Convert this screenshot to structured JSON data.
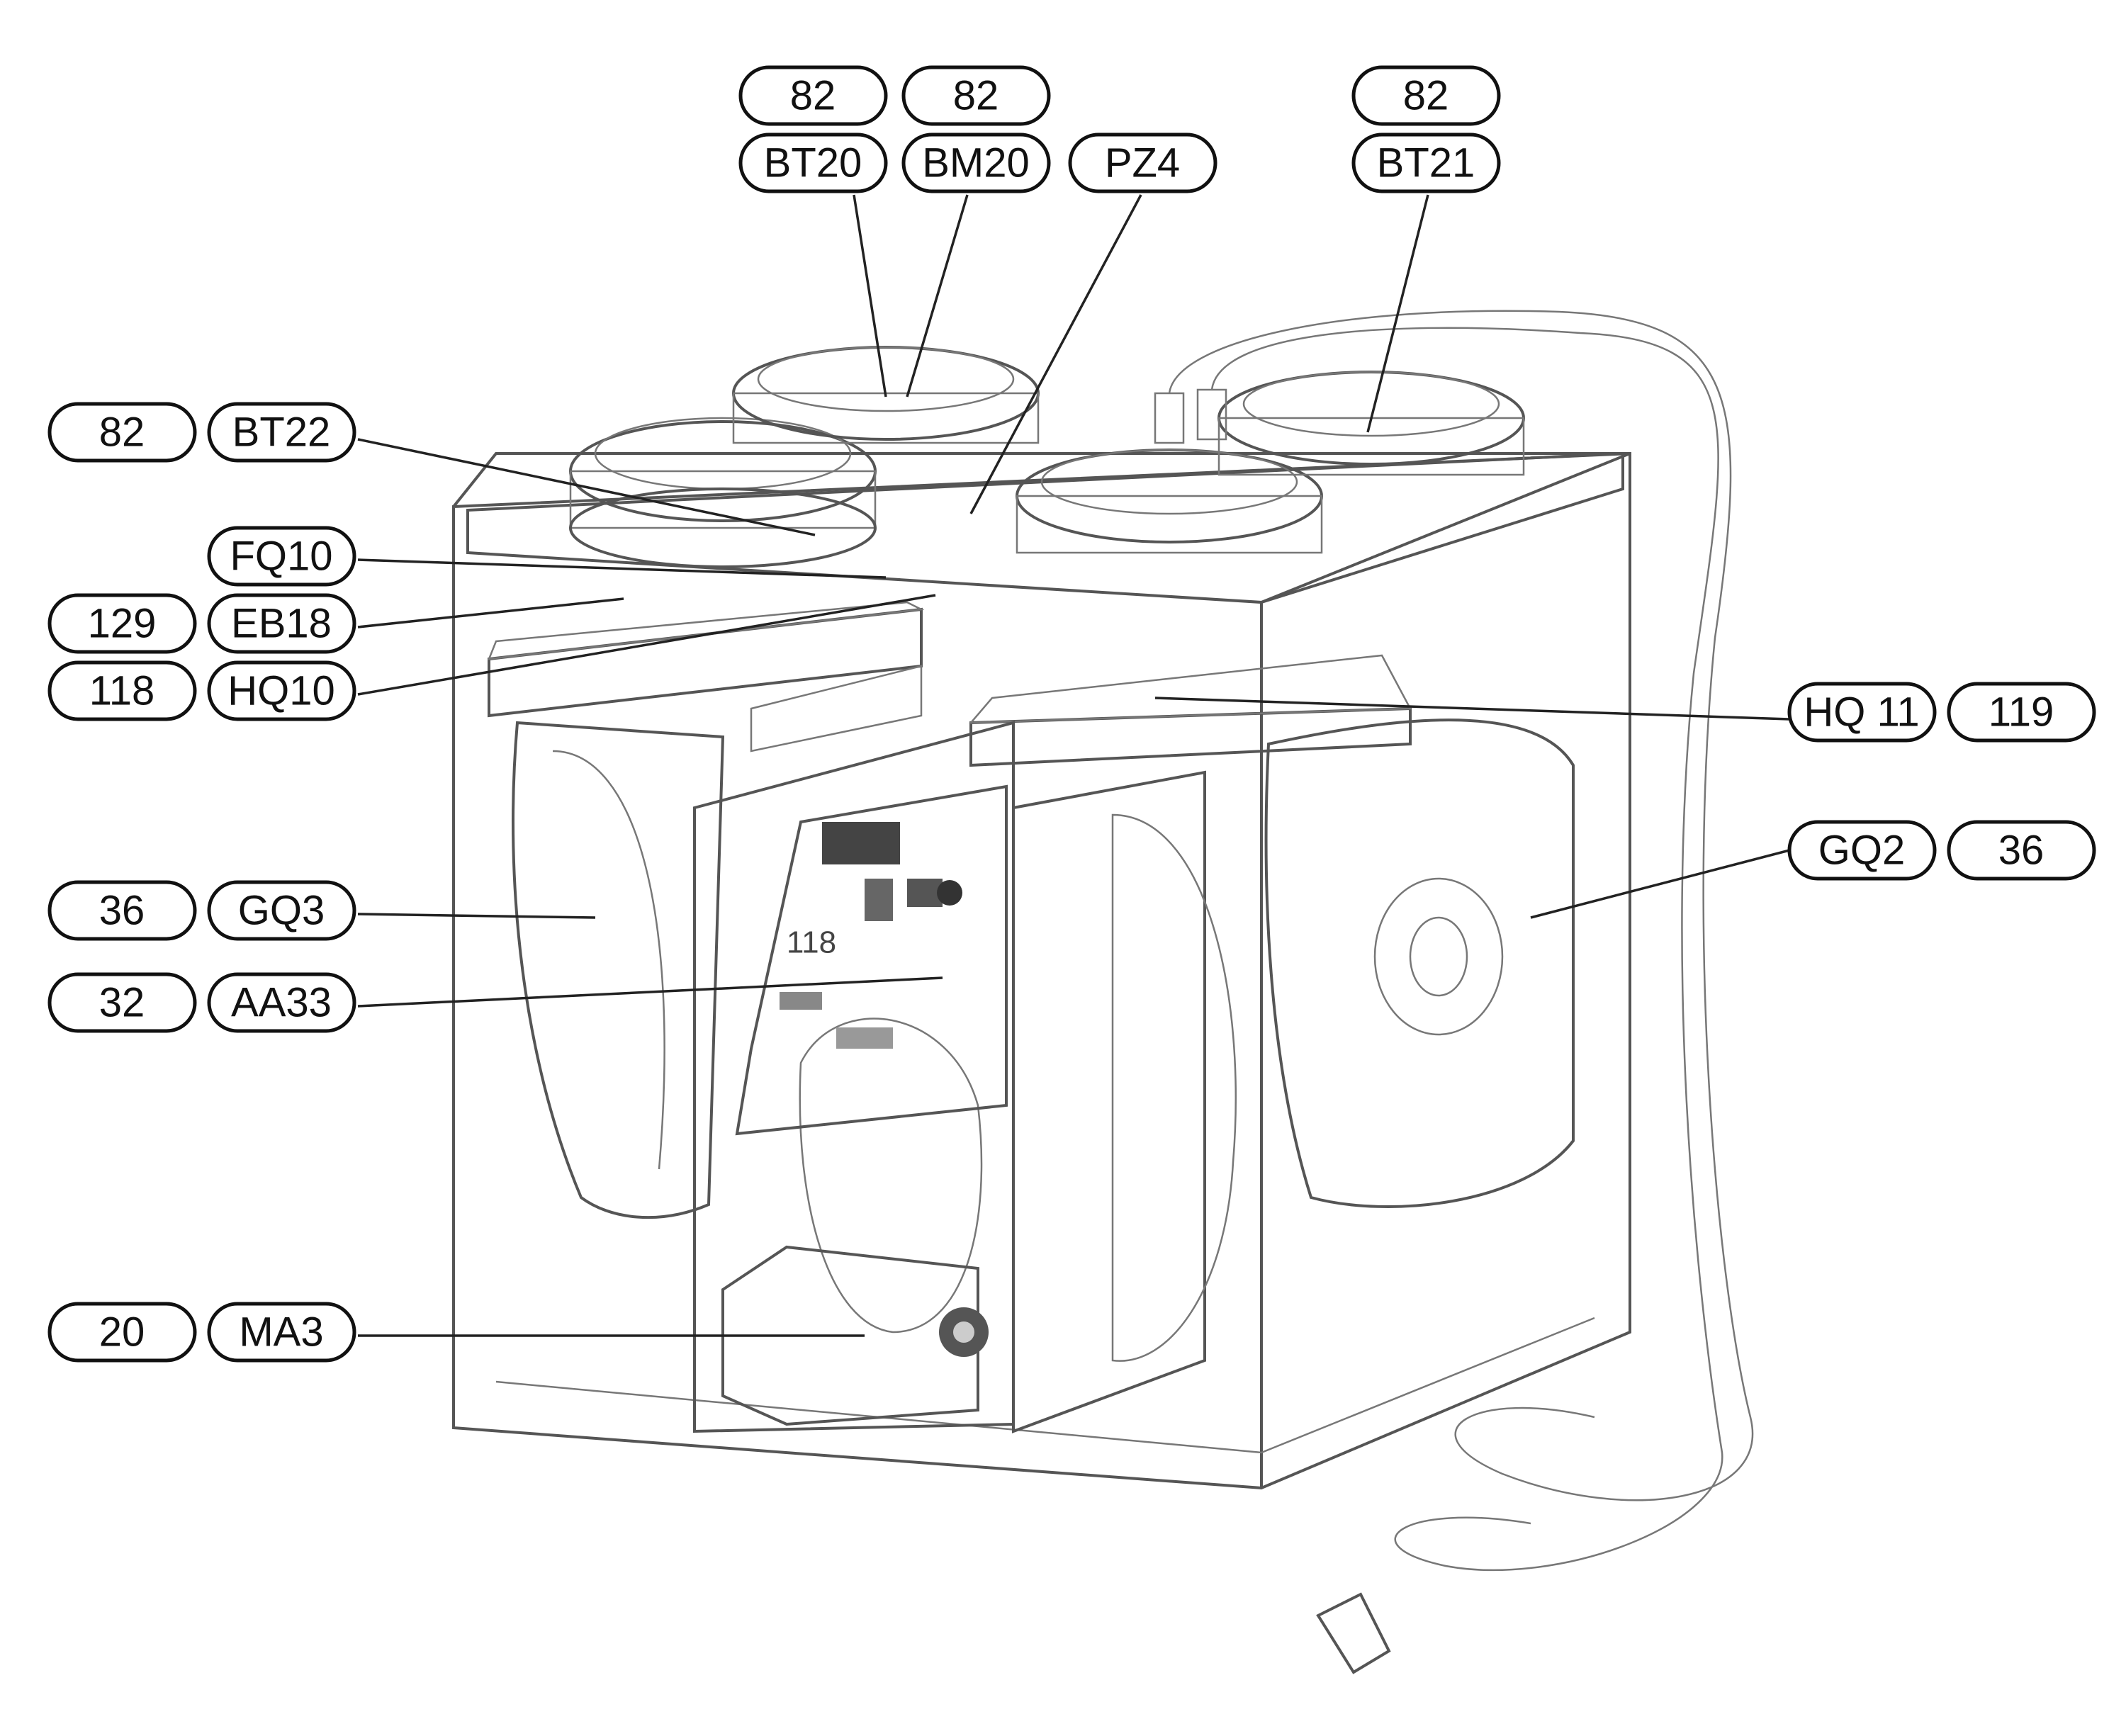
{
  "diagram": {
    "callouts": [
      {
        "id": "bt20",
        "number": "82",
        "code": "BT20"
      },
      {
        "id": "bm20",
        "number": "82",
        "code": "BM20"
      },
      {
        "id": "pz4",
        "code": "PZ4"
      },
      {
        "id": "bt21",
        "number": "82",
        "code": "BT21"
      },
      {
        "id": "bt22",
        "number": "82",
        "code": "BT22"
      },
      {
        "id": "fq10",
        "code": "FQ10"
      },
      {
        "id": "eb18",
        "number": "129",
        "code": "EB18"
      },
      {
        "id": "hq10",
        "number": "118",
        "code": "HQ10"
      },
      {
        "id": "hq11",
        "number": "119",
        "code": "HQ 11"
      },
      {
        "id": "gq2",
        "number": "36",
        "code": "GQ2"
      },
      {
        "id": "gq3",
        "number": "36",
        "code": "GQ3"
      },
      {
        "id": "aa33",
        "number": "32",
        "code": "AA33"
      },
      {
        "id": "ma3",
        "number": "20",
        "code": "MA3"
      }
    ],
    "overlay_text": "118"
  }
}
